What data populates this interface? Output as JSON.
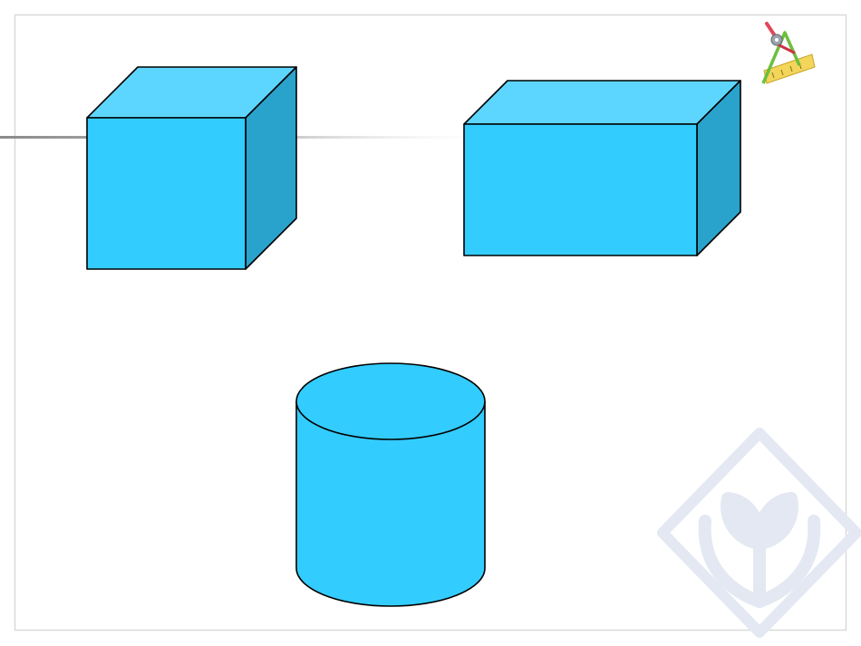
{
  "slide": {
    "colors": {
      "background": "#ffffff",
      "frame_border": "#d9d9d9",
      "shape_front": "#33ccff",
      "shape_top": "#5dd6ff",
      "shape_side": "#29a3cc",
      "outline": "#000000",
      "header_line": "#9e9e9e",
      "watermark": "#e3e8f2"
    },
    "icons": {
      "corner_logo": "drafting-tools-icon",
      "watermark": "hands-sprout-watermark-icon"
    }
  },
  "shapes": [
    {
      "kind": "cube",
      "name": "cube-shape"
    },
    {
      "kind": "cuboid",
      "name": "cuboid-shape"
    },
    {
      "kind": "cylinder",
      "name": "cylinder-shape"
    }
  ]
}
